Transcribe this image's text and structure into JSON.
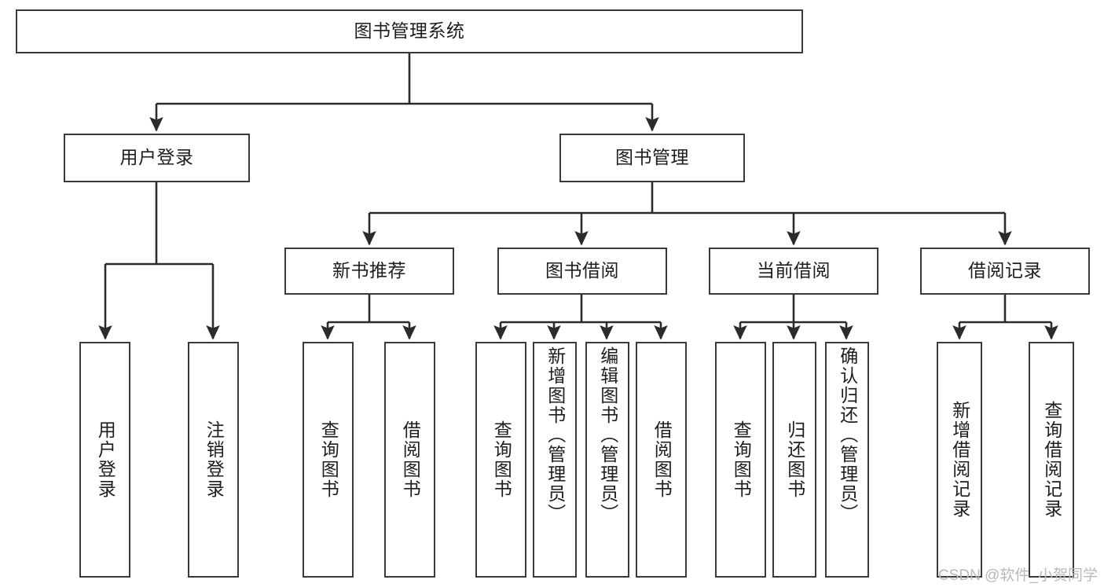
{
  "diagram": {
    "title_node": {
      "id": "root",
      "label": "图书管理系统"
    },
    "colors": {
      "box_border": "#3a3a3a",
      "box_fill": "#ffffff",
      "edge": "#2b2b2b",
      "text": "#1d1d1d",
      "watermark": "#b9b9b9"
    },
    "level2": [
      {
        "id": "user-login",
        "label": "用户登录"
      },
      {
        "id": "book-manage",
        "label": "图书管理"
      }
    ],
    "level3": [
      {
        "id": "new-book-rec",
        "label": "新书推荐"
      },
      {
        "id": "book-borrow",
        "label": "图书借阅"
      },
      {
        "id": "current-borrow",
        "label": "当前借阅"
      },
      {
        "id": "borrow-record",
        "label": "借阅记录"
      }
    ],
    "leaves": {
      "user_login": [
        {
          "id": "leaf-user-login",
          "label": "用户登录"
        },
        {
          "id": "leaf-logout",
          "label": "注销登录"
        }
      ],
      "new_book_rec": [
        {
          "id": "leaf-query-book-1",
          "label": "查询图书"
        },
        {
          "id": "leaf-borrow-book-1",
          "label": "借阅图书"
        }
      ],
      "book_borrow": [
        {
          "id": "leaf-query-book-2",
          "label": "查询图书"
        },
        {
          "id": "leaf-add-book",
          "label": "新增图书（管理员）"
        },
        {
          "id": "leaf-edit-book",
          "label": "编辑图书（管理员）"
        },
        {
          "id": "leaf-borrow-book-2",
          "label": "借阅图书"
        }
      ],
      "current_borrow": [
        {
          "id": "leaf-query-book-3",
          "label": "查询图书"
        },
        {
          "id": "leaf-return-book",
          "label": "归还图书"
        },
        {
          "id": "leaf-confirm-return",
          "label": "确认归还（管理员）"
        }
      ],
      "borrow_record": [
        {
          "id": "leaf-add-record",
          "label": "新增借阅记录"
        },
        {
          "id": "leaf-query-record",
          "label": "查询借阅记录"
        }
      ]
    }
  },
  "watermark": {
    "text": "CSDN @软件_小贺同学"
  }
}
